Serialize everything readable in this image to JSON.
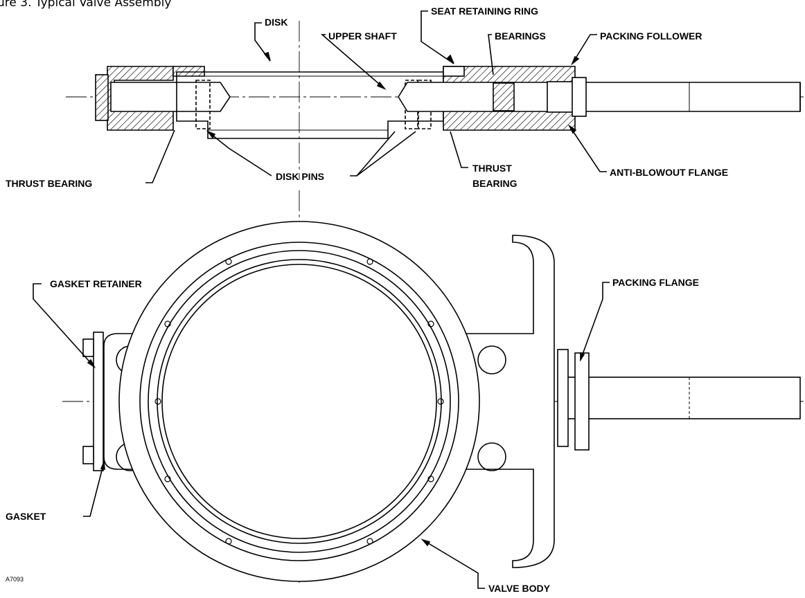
{
  "figure": {
    "title": "ure 3. Typical Valve Assembly",
    "code": "A7093"
  },
  "labels": {
    "disk": "DISK",
    "upper_shaft": "UPPER SHAFT",
    "seat_retaining_ring": "SEAT RETAINING RING",
    "bearings": "BEARINGS",
    "packing_follower": "PACKING FOLLOWER",
    "thrust_bearing_left": "THRUST BEARING",
    "disk_pins": "DISK PINS",
    "thrust_bearing_right_1": "THRUST",
    "thrust_bearing_right_2": "BEARING",
    "anti_blowout_flange": "ANTI-BLOWOUT FLANGE",
    "gasket_retainer": "GASKET RETAINER",
    "packing_flange": "PACKING FLANGE",
    "gasket": "GASKET",
    "valve_body": "VALVE BODY"
  }
}
